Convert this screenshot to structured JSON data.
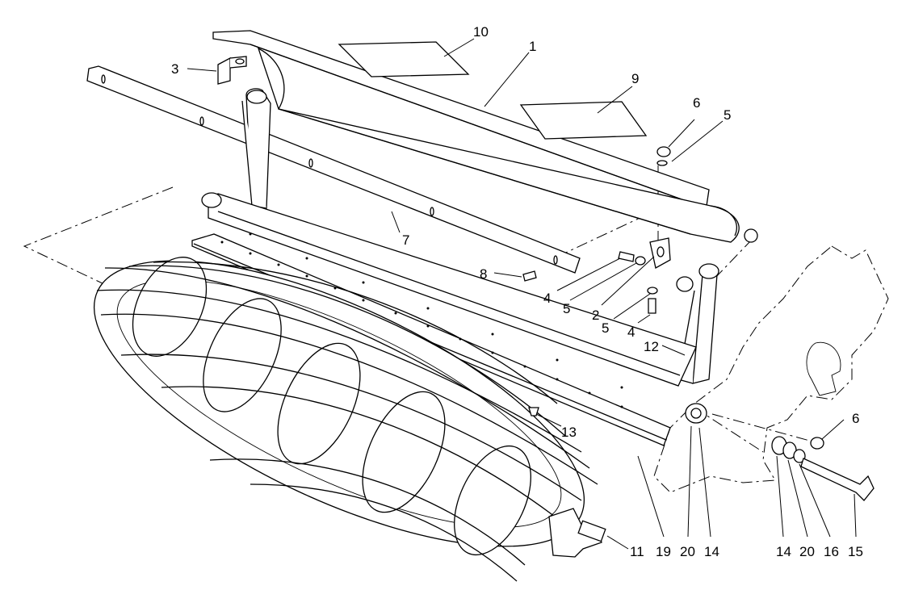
{
  "callouts": [
    {
      "id": "c10",
      "text": "10"
    },
    {
      "id": "c1",
      "text": "1"
    },
    {
      "id": "c9",
      "text": "9"
    },
    {
      "id": "c3",
      "text": "3"
    },
    {
      "id": "c6a",
      "text": "6"
    },
    {
      "id": "c5a",
      "text": "5"
    },
    {
      "id": "c7",
      "text": "7"
    },
    {
      "id": "c8",
      "text": "8"
    },
    {
      "id": "c4a",
      "text": "4"
    },
    {
      "id": "c5b",
      "text": "5"
    },
    {
      "id": "c2",
      "text": "2"
    },
    {
      "id": "c5c",
      "text": "5"
    },
    {
      "id": "c4b",
      "text": "4"
    },
    {
      "id": "c12",
      "text": "12"
    },
    {
      "id": "c13",
      "text": "13"
    },
    {
      "id": "c6b",
      "text": "6"
    },
    {
      "id": "c11",
      "text": "11"
    },
    {
      "id": "c19",
      "text": "19"
    },
    {
      "id": "c20a",
      "text": "20"
    },
    {
      "id": "c14a",
      "text": "14"
    },
    {
      "id": "c14b",
      "text": "14"
    },
    {
      "id": "c20b",
      "text": "20"
    },
    {
      "id": "c16",
      "text": "16"
    },
    {
      "id": "c15",
      "text": "15"
    }
  ]
}
